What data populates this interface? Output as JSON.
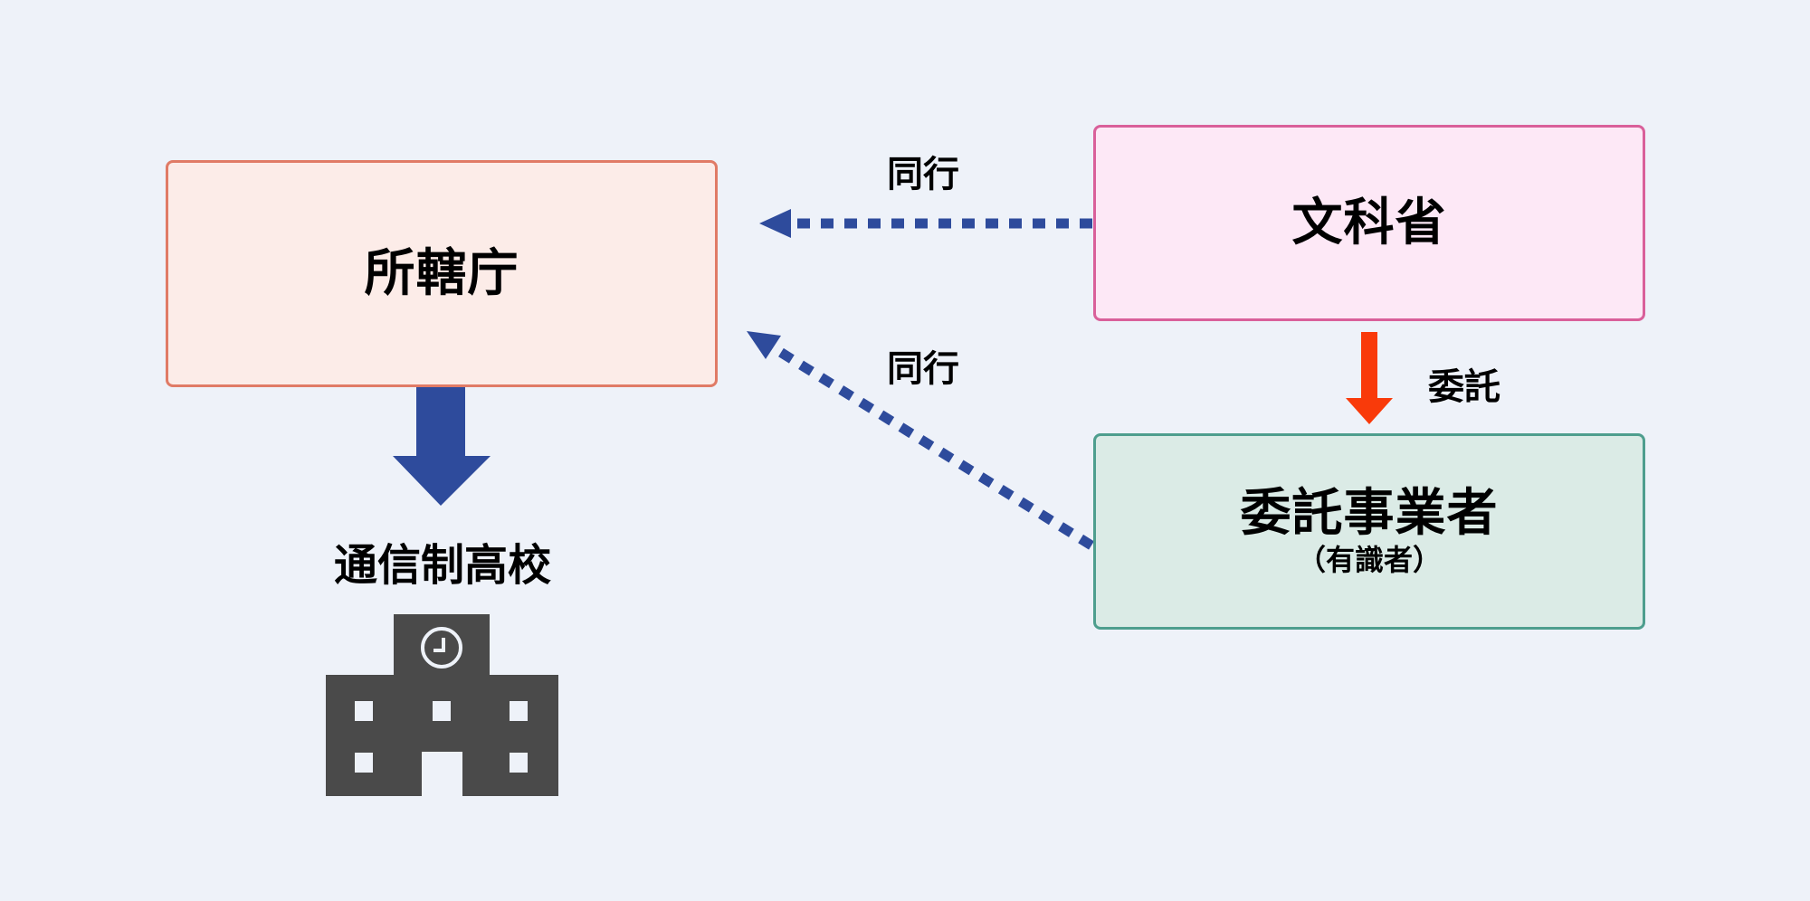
{
  "nodes": {
    "agency": {
      "title": "所轄庁"
    },
    "ministry": {
      "title": "文科省"
    },
    "contractor": {
      "title": "委託事業者",
      "subtitle": "（有識者）"
    },
    "school": {
      "title": "通信制高校",
      "icon": "school-building-icon"
    }
  },
  "edges": [
    {
      "from": "ministry",
      "to": "agency",
      "label": "同行",
      "style": "dotted",
      "color": "#2E4B9C"
    },
    {
      "from": "contractor",
      "to": "agency",
      "label": "同行",
      "style": "dotted",
      "color": "#2E4B9C"
    },
    {
      "from": "ministry",
      "to": "contractor",
      "label": "委託",
      "style": "solid-arrow",
      "color": "#F93A0A"
    },
    {
      "from": "agency",
      "to": "school",
      "label": "",
      "style": "block-arrow",
      "color": "#2E4B9C"
    }
  ],
  "colors": {
    "background": "#EEF2F9",
    "agency_fill": "#FCECE8",
    "agency_border": "#E07B66",
    "ministry_fill": "#FDE8F6",
    "ministry_border": "#D9609A",
    "contractor_fill": "#DBEBE6",
    "contractor_border": "#4E9E8E",
    "blue_arrow": "#2E4B9C",
    "red_arrow": "#F93A0A",
    "school_icon": "#4A4A4A"
  }
}
